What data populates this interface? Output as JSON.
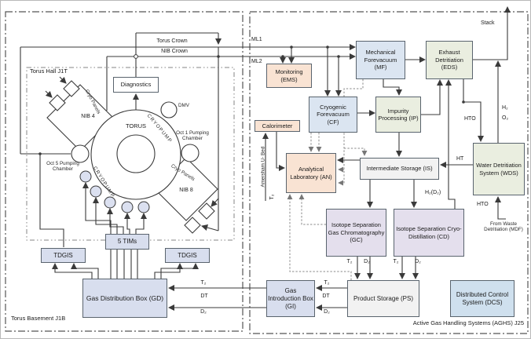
{
  "regions": {
    "left": {
      "label": "Torus Basement J1B"
    },
    "right": {
      "label": "Active Gas Handling Systems (AGHS) J25"
    },
    "hall": {
      "label": "Torus Hall J1T"
    }
  },
  "boxes": {
    "diagnostics": {
      "label": "Diagnostics"
    },
    "tims": {
      "label": "5 TIMs"
    },
    "tdgis_left": {
      "label": "TDGIS"
    },
    "tdgis_right": {
      "label": "TDGIS"
    },
    "gd": {
      "label": "Gas Distribution Box (GD)"
    },
    "ems": {
      "label": "Monitoring (EMS)"
    },
    "mf": {
      "label": "Mechanical Forevacuum (MF)"
    },
    "eds": {
      "label": "Exhaust Detritiation (EDS)"
    },
    "cf": {
      "label": "Cryogenic Forevacuum (CF)"
    },
    "ip": {
      "label": "Impurity Processing (IP)"
    },
    "calorimeter": {
      "label": "Calorimeter"
    },
    "an": {
      "label": "Analytical Laboratory (AN)"
    },
    "is": {
      "label": "Intermediate Storage (IS)"
    },
    "wds": {
      "label": "Water Detritiation System (WDS)"
    },
    "gc": {
      "label": "Isotope Separation Gas Chromatography (GC)"
    },
    "cd": {
      "label": "Isotope Separation Cryo-Distillation (CD)"
    },
    "ps": {
      "label": "Product Storage (PS)"
    },
    "gi": {
      "label": "Gas Introduction Box (GI)"
    },
    "dcs": {
      "label": "Distributed Control System (DCS)"
    }
  },
  "torus": {
    "label": "TORUS",
    "nib4": "NIB 4",
    "nib8": "NIB 8",
    "cryopump_top": "CRYOPUMP",
    "cryopump_bottom": "CRYOPUMP",
    "cryo_panels_nib4": "Cryo Panels",
    "cryo_panels_nib8": "Cryo Panels",
    "dmv": "DMV",
    "oct1": "Oct 1 Pumping Chamber",
    "oct5": "Oct 5 Pumping Chamber"
  },
  "lines": {
    "torus_crown": "Torus Crown",
    "nib_crown": "NIB Crown",
    "ml1": "ML1",
    "ml2": "ML2",
    "stack": "Stack",
    "h2": "H₂",
    "o2": "O₂",
    "hto_eds_wds": "HTO",
    "ht": "HT",
    "h2d2": "H₂(D₂)",
    "hto_mdf": "HTO",
    "from_mdf": "From Waste Detritiation (MDF)",
    "amersham": "Amersham U- Bed",
    "amersham_t2": "T₂",
    "gc_t2": "T₂",
    "gc_d2": "D₂",
    "cd_t2": "T₂",
    "cd_d2": "D₂",
    "ps_gi_t2": "T₂",
    "ps_gi_dt": "DT",
    "ps_gi_d2": "D₂",
    "gi_gd_t2": "T₂",
    "gi_gd_dt": "DT",
    "gi_gd_d2": "D₂"
  },
  "colors": {
    "box_blue": "#dbe5f1",
    "box_green": "#eaeee0",
    "box_pink": "#f9e3d3",
    "box_gray": "#f2f2f2",
    "box_purple": "#e4dfed",
    "box_lavender": "#d8deee",
    "box_steelblue": "#cfe0ee",
    "line": "#3a3a3a",
    "dashed_line": "#8a8a8a",
    "region_border": "#555555"
  }
}
